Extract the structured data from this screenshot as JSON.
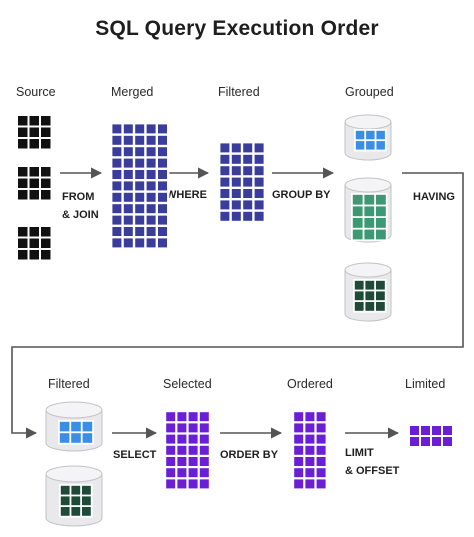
{
  "title": "SQL Query Execution Order",
  "stages": {
    "source": "Source",
    "merged": "Merged",
    "filtered_1": "Filtered",
    "grouped": "Grouped",
    "filtered_2": "Filtered",
    "selected": "Selected",
    "ordered": "Ordered",
    "limited": "Limited"
  },
  "steps": {
    "from_join": "FROM\n& JOIN",
    "where": "WHERE",
    "group_by": "GROUP BY",
    "having": "HAVING",
    "select": "SELECT",
    "order_by": "ORDER BY",
    "limit_offset": "LIMIT\n& OFFSET"
  },
  "colors": {
    "black": "#111111",
    "navy": "#3a3d9b",
    "blue": "#3a8ee6",
    "green": "#3d9973",
    "dark_green": "#1f4a38",
    "purple": "#6a1fd6",
    "arrow": "#555555",
    "cylinder": "#e9e9ec",
    "cylinder_edge": "#c2c2c8"
  }
}
